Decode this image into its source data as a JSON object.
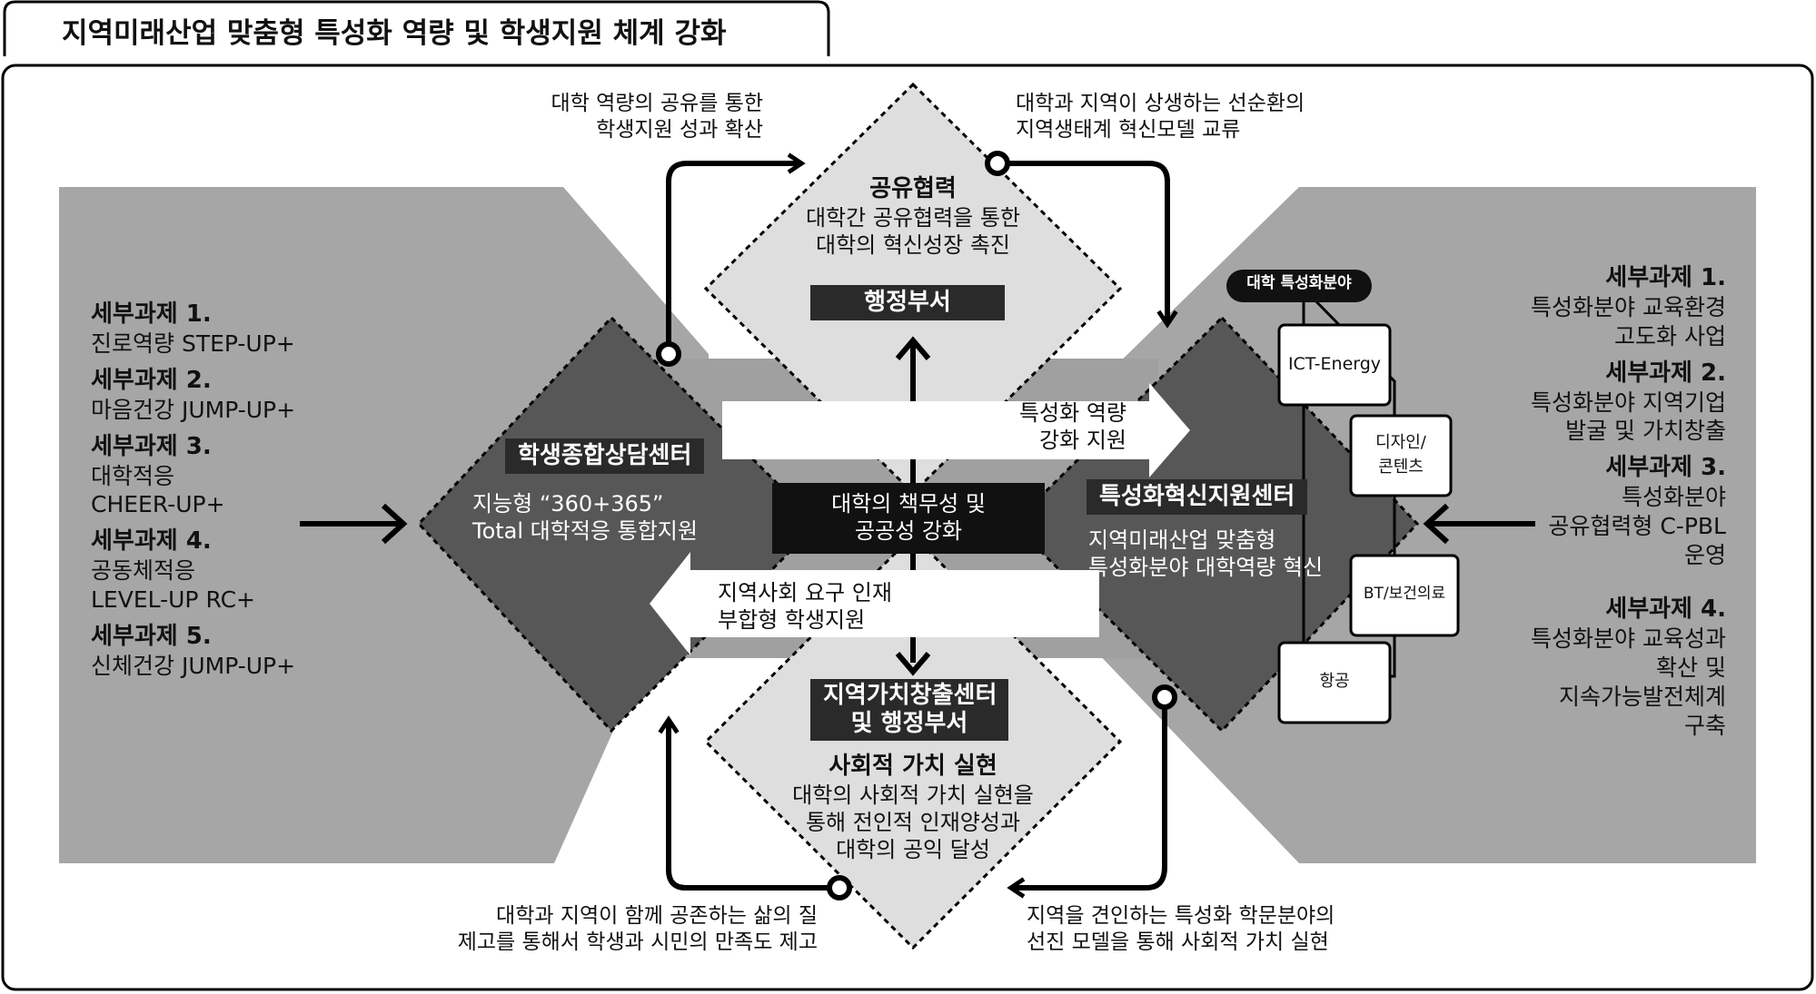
{
  "title": "지역미래산업 맞춤형 특성화 역량 및 학생지원 체계 강화",
  "top_notes": {
    "left": [
      "대학 역량의 공유를 통한",
      "학생지원 성과 확산"
    ],
    "right": [
      "대학과 지역이 상생하는 선순환의",
      "지역생태계 혁신모델 교류"
    ]
  },
  "bottom_notes": {
    "left": [
      "대학과 지역이 함께 공존하는 삶의 질",
      "제고를 통해서 학생과 시민의 만족도 제고"
    ],
    "right": [
      "지역을 견인하는 특성화 학문분야의",
      "선진 모델을 통해 사회적 가치 실현"
    ]
  },
  "top_diamond": {
    "heading": "공유협력",
    "lines": [
      "대학간 공유협력을 통한",
      "대학의 혁신성장 촉진"
    ],
    "badge": "행정부서"
  },
  "bottom_diamond": {
    "badge_lines": [
      "지역가치창출센터",
      "및 행정부서"
    ],
    "heading": "사회적 가치 실현",
    "lines": [
      "대학의 사회적 가치 실현을",
      "통해 전인적 인재양성과",
      "대학의 공익 달성"
    ]
  },
  "left_center": {
    "badge": "학생종합상담센터",
    "lines": [
      "지능형 “360+365”",
      "Total 대학적응 통합지원"
    ]
  },
  "right_center": {
    "badge": "특성화혁신지원센터",
    "lines": [
      "지역미래산업 맞춤형",
      "특성화분야 대학역량 혁신"
    ]
  },
  "center_box": [
    "대학의 책무성 및",
    "공공성 강화"
  ],
  "arrow_right_text": [
    "특성화 역량",
    "강화 지원"
  ],
  "arrow_left_text": [
    "지역사회 요구 인재",
    "부합형 학생지원"
  ],
  "left_tasks": [
    {
      "title": "세부과제 1.",
      "lines": [
        "진로역량 STEP-UP+"
      ]
    },
    {
      "title": "세부과제  2.",
      "lines": [
        "마음건강 JUMP-UP+"
      ]
    },
    {
      "title": "세부과제 3.",
      "lines": [
        "대학적응",
        "CHEER-UP+"
      ]
    },
    {
      "title": "세부과제 4.",
      "lines": [
        "공동체적응",
        "LEVEL-UP RC+"
      ]
    },
    {
      "title": "세부과제 5.",
      "lines": [
        "신체건강 JUMP-UP+"
      ]
    }
  ],
  "right_tasks": [
    {
      "title": "세부과제 1.",
      "lines": [
        "특성화분야 교육환경",
        "고도화 사업"
      ]
    },
    {
      "title": "세부과제  2.",
      "lines": [
        "특성화분야 지역기업",
        "발굴 및 가치창출"
      ]
    },
    {
      "title": "세부과제 3.",
      "lines": [
        "특성화분야",
        "공유협력형 C-PBL",
        "운영"
      ]
    },
    {
      "title": "세부과제 4.",
      "lines": [
        "특성화분야 교육성과",
        "확산 및",
        "지속가능발전체계",
        "구축"
      ]
    }
  ],
  "specialty": {
    "label": "대학 특성화분야",
    "items": [
      "ICT-Energy",
      "디자인/",
      "콘텐츠",
      "BT/보건의료",
      "항공"
    ]
  },
  "colors": {
    "panel": "#a6a6a6",
    "diamond_dark": "#575757",
    "diamond_light": "#dedede",
    "badge": "#2a2a2a",
    "line": "#000000"
  }
}
